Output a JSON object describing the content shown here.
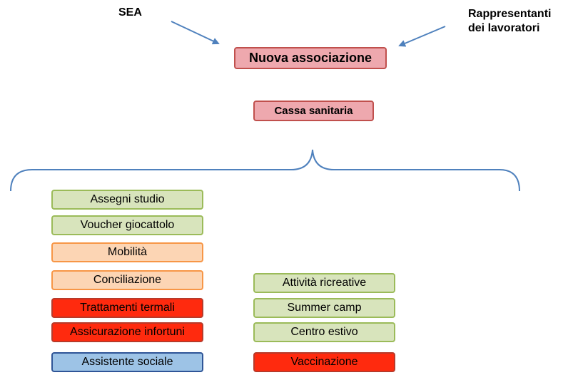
{
  "header": {
    "left_label": "SEA",
    "right_label_line1": "Rappresentanti",
    "right_label_line2": "dei lavoratori"
  },
  "main": {
    "association": "Nuova associazione",
    "fund": "Cassa sanitaria"
  },
  "left_items": [
    "Assegni studio",
    "Voucher giocattolo",
    "Mobilità",
    "Conciliazione",
    "Trattamenti termali",
    "Assicurazione infortuni",
    "Assistente sociale"
  ],
  "right_items": [
    "Attività ricreative",
    "Summer camp",
    "Centro estivo",
    "Vaccinazione"
  ],
  "colors": {
    "green": "#d8e4bc",
    "orange": "#fcd5b4",
    "red": "#ff2a0e",
    "blue": "#9dc3e6",
    "pink": "#eea8ae",
    "connector": "#4f81bd"
  }
}
